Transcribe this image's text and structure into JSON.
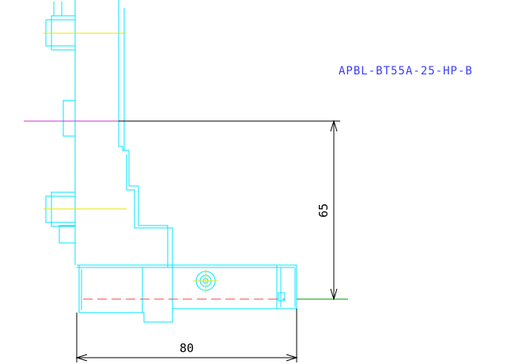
{
  "drawing": {
    "part_number": "APBL-BT55A-25-HP-B",
    "dimension_vertical": "65",
    "dimension_horizontal": "80"
  },
  "colors": {
    "outline": "#00e5ff",
    "centerline": "#e6e600",
    "dimension": "#000000",
    "label": "#3b3bff",
    "reference_line": "#cc33cc",
    "tool_axis": "#ff4040",
    "tip_line": "#009900"
  }
}
